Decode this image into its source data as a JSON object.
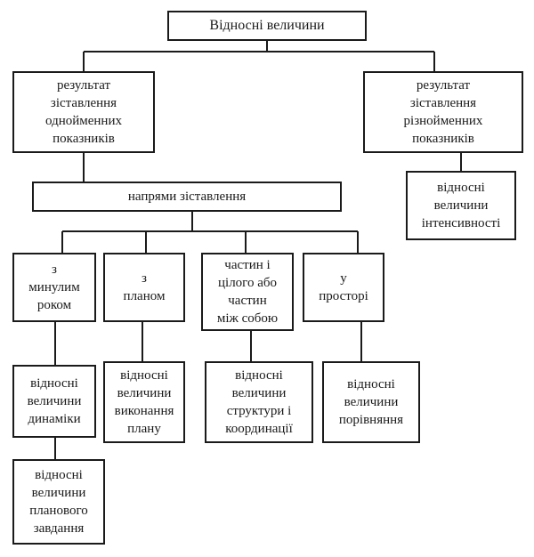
{
  "diagram": {
    "root": "Відносні величини",
    "left_branch": "результат\nзіставлення\nоднойменних\nпоказників",
    "right_branch": "результат\nзіставлення\nрізнойменних\nпоказників",
    "right_leaf": "відносні\nвеличини\nінтенсивності",
    "directions": "напрями зіставлення",
    "categories": {
      "past_year": "з\nминулим\nроком",
      "plan": "з\nпланом",
      "parts_whole": "частин і\nцілого або\nчастин\nміж собою",
      "space": "у\nпросторі"
    },
    "results": {
      "dynamics": "відносні\nвеличини\nдинаміки",
      "plan_fulfillment": "відносні\nвеличини\nвиконання\nплану",
      "structure_coordination": "відносні\nвеличини\nструктури і\nкоординації",
      "comparison": "відносні\nвеличини\nпорівняння",
      "planned_target": "відносні\nвеличини\nпланового\nзавдання"
    }
  },
  "colors": {
    "line": "#1a1a1a",
    "background": "#ffffff"
  }
}
